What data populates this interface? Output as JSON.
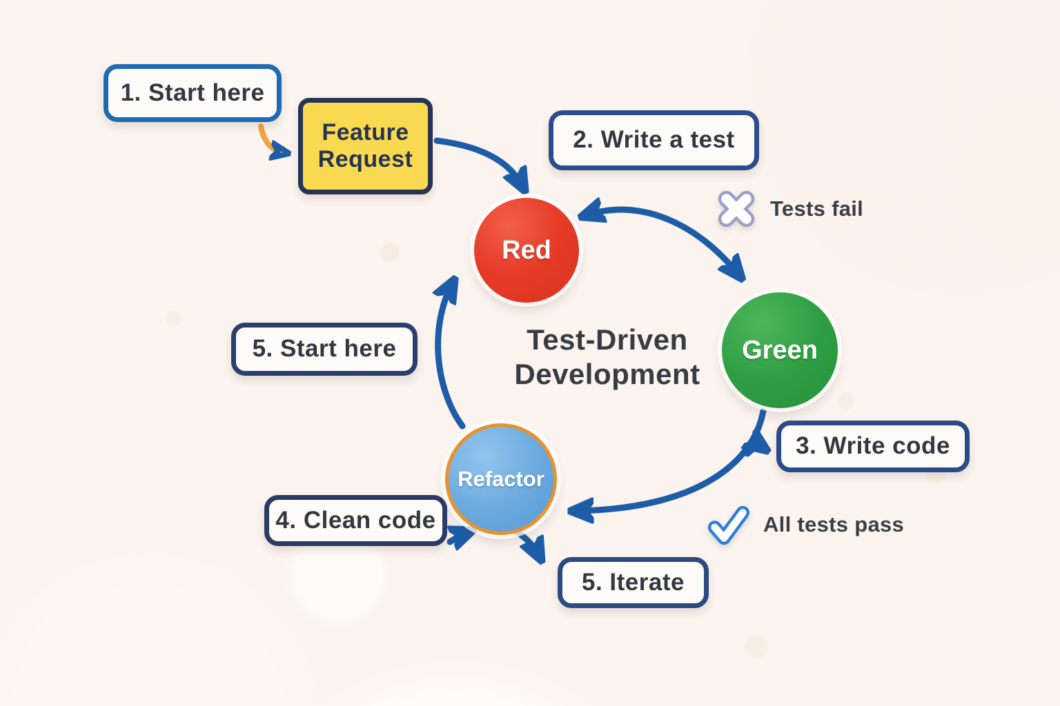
{
  "title": {
    "line1": "Test-Driven",
    "line2": "Development"
  },
  "nodes": {
    "red": {
      "label": "Red",
      "color": "#e63b27"
    },
    "green": {
      "label": "Green",
      "color": "#2f9e43"
    },
    "refactor": {
      "label": "Refactor",
      "color": "#6aa9de",
      "border_color": "#e8922b"
    }
  },
  "steps": {
    "start": {
      "label": "1. Start here",
      "border_color": "#1e6ab3"
    },
    "feature_request": {
      "label": "Feature Request",
      "fill": "#f8d94f",
      "border_color": "#273352"
    },
    "write_test": {
      "label": "2. Write a test",
      "border_color": "#2b4d8c"
    },
    "write_code": {
      "label": "3. Write code",
      "border_color": "#2b4a88"
    },
    "clean_code": {
      "label": "4. Clean code",
      "border_color": "#2b3a66"
    },
    "start_refactor": {
      "label": "5. Start here",
      "border_color": "#2b3f6e"
    },
    "iterate": {
      "label": "5. Iterate",
      "border_color": "#2b4a80"
    }
  },
  "annotations": {
    "tests_fail": {
      "label": "Tests fail",
      "icon": "x-mark-icon",
      "icon_outline": "#9aa0c6"
    },
    "all_tests_pass": {
      "label": "All tests pass",
      "icon": "check-mark-icon",
      "icon_outline": "#2b7fd6"
    }
  },
  "colors": {
    "background": "#faf3ee",
    "arrow": "#1d5ca6",
    "start_arrow": "#f0a33a",
    "text": "#33373e"
  }
}
